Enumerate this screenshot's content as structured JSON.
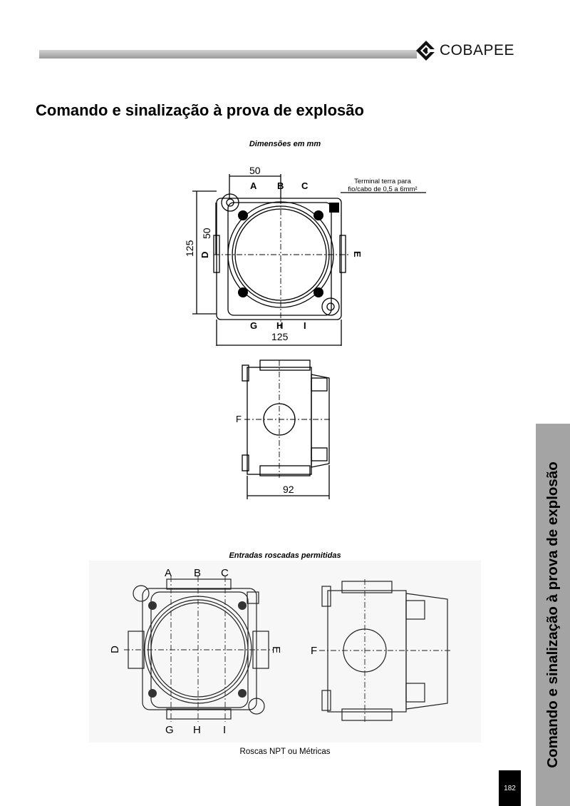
{
  "header": {
    "brand": "COBAPEE"
  },
  "page_title": "Comando e sinalização à prova de explosão",
  "figure1": {
    "caption": "Dimensões em mm",
    "annotation": "Terminal terra para",
    "annotation2": "fio/cabo de 0,5 a 6mm²",
    "dim_top": "50",
    "dim_side": "50",
    "dim_height": "125",
    "dim_width": "125",
    "dim_depth": "92",
    "labels": {
      "A": "A",
      "B": "B",
      "C": "C",
      "D": "D",
      "E": "E",
      "F": "F",
      "G": "G",
      "H": "H",
      "I": "I"
    }
  },
  "figure2": {
    "caption": "Entradas roscadas permitidas",
    "note": "Roscas NPT ou Métricas"
  },
  "side_tab": {
    "text": "Comando e sinalização à prova de explosão"
  },
  "page_number": "182"
}
